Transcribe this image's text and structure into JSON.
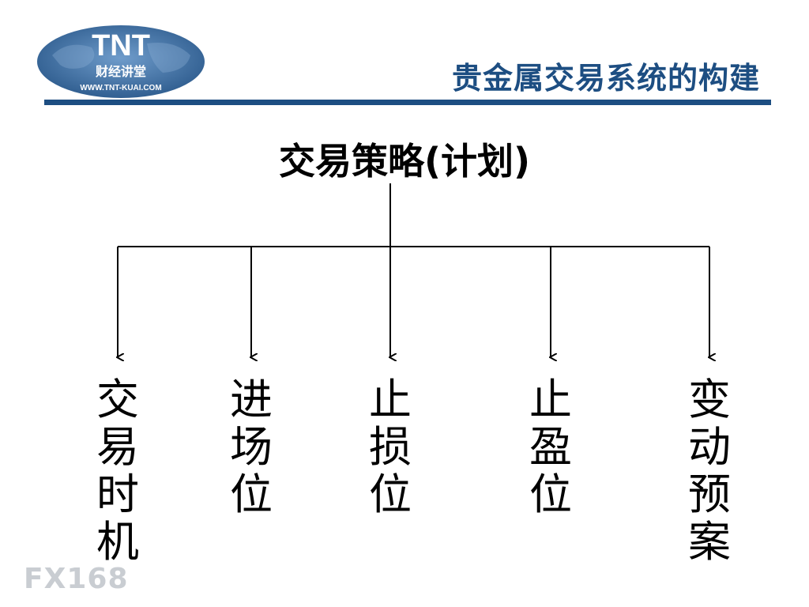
{
  "logo": {
    "brand": "TNT",
    "subtitle": "财经讲堂",
    "url": "WWW.TNT-KUAI.COM"
  },
  "header": {
    "title": "贵金属交易系统的构建"
  },
  "diagram": {
    "root": "交易策略(计划)",
    "leaves": [
      {
        "chars": [
          "交",
          "易",
          "时",
          "机"
        ]
      },
      {
        "chars": [
          "进",
          "场",
          "位"
        ]
      },
      {
        "chars": [
          "止",
          "损",
          "位"
        ]
      },
      {
        "chars": [
          "止",
          "盈",
          "位"
        ]
      },
      {
        "chars": [
          "变",
          "动",
          "预",
          "案"
        ]
      }
    ]
  },
  "watermark": {
    "text": "FX168"
  },
  "colors": {
    "accent": "#1d4e82",
    "logo_bg": "#3f6f9f"
  }
}
